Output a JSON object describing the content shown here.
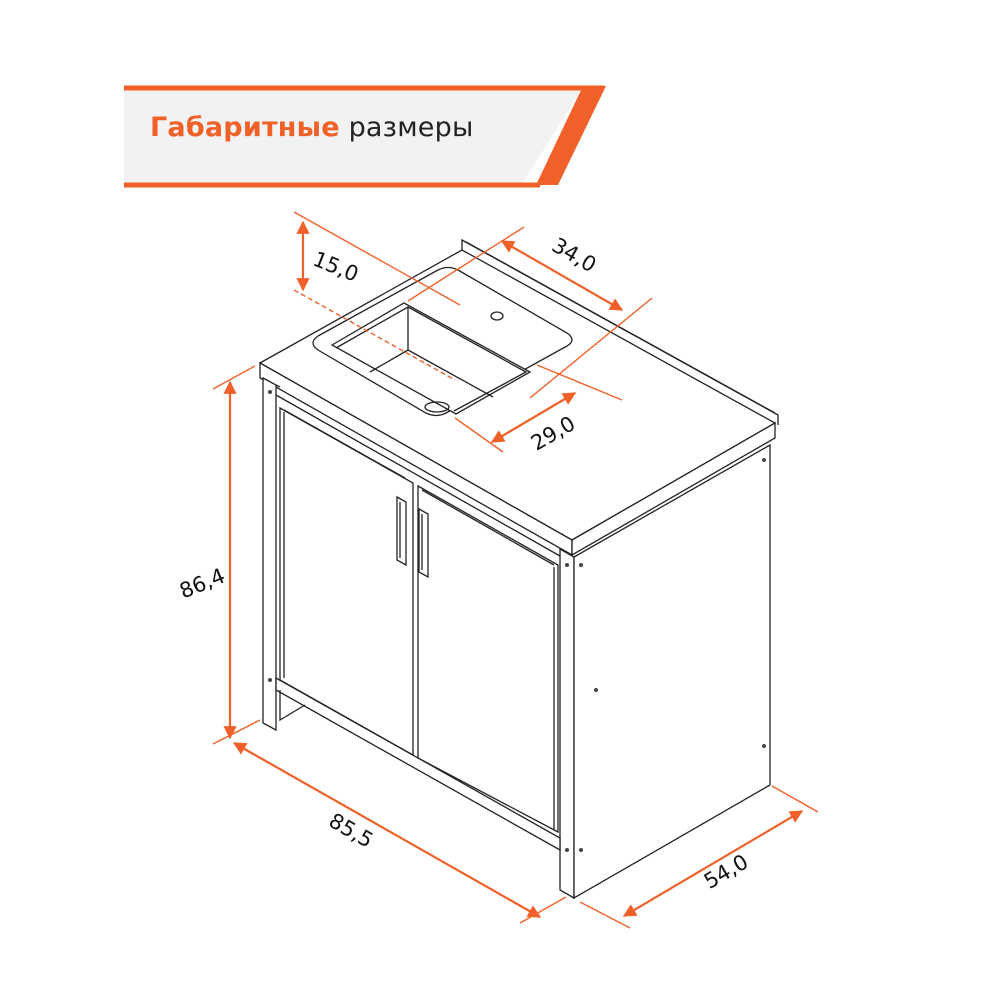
{
  "header": {
    "title_bold": "Габаритные",
    "title_normal": "размеры"
  },
  "colors": {
    "accent": "#f0612a",
    "banner_fill": "#f2f2f2",
    "line": "#222222"
  },
  "product": {
    "type": "cabinet with sink (two doors)",
    "dimensions": {
      "sink_depth": "15,0",
      "sink_length": "34,0",
      "sink_width": "29,0",
      "height": "86,4",
      "width": "85,5",
      "depth": "54,0"
    }
  }
}
